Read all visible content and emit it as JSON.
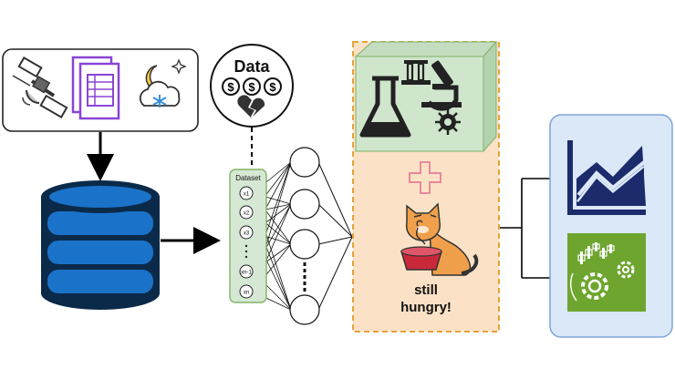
{
  "data_bubble": {
    "title": "Data",
    "coin_symbol": "$"
  },
  "dataset": {
    "title": "Dataset",
    "nodes": [
      "x1",
      "x2",
      "x3",
      "xn-1",
      "xn"
    ]
  },
  "cat_caption": {
    "line1": "still",
    "line2": "hungry!"
  },
  "icons": {
    "sources": [
      "satellite-icon",
      "document-icon",
      "weather-icon"
    ],
    "storage": "database-icon",
    "lab": [
      "flask-icon",
      "test-tubes-icon",
      "microscope-icon",
      "virus-icon"
    ],
    "combine": "plus-icon",
    "cat": "cat-icon",
    "outputs": [
      "line-chart-icon",
      "gear-analytics-icon"
    ]
  },
  "colors": {
    "db_blue": "#1a73c9",
    "db_dark": "#0b2a4a",
    "lab_box": "#cfe6cc",
    "orange_panel": "#fbe2c6",
    "orange_border": "#e5a33a",
    "output_panel": "#dbe8f8",
    "chart_navy": "#1b2b6b",
    "output_green": "#6ea52f",
    "dataset_green": "#d5e8d4",
    "plus_pink": "#f4a6b6",
    "cat_orange": "#f0a04b"
  }
}
